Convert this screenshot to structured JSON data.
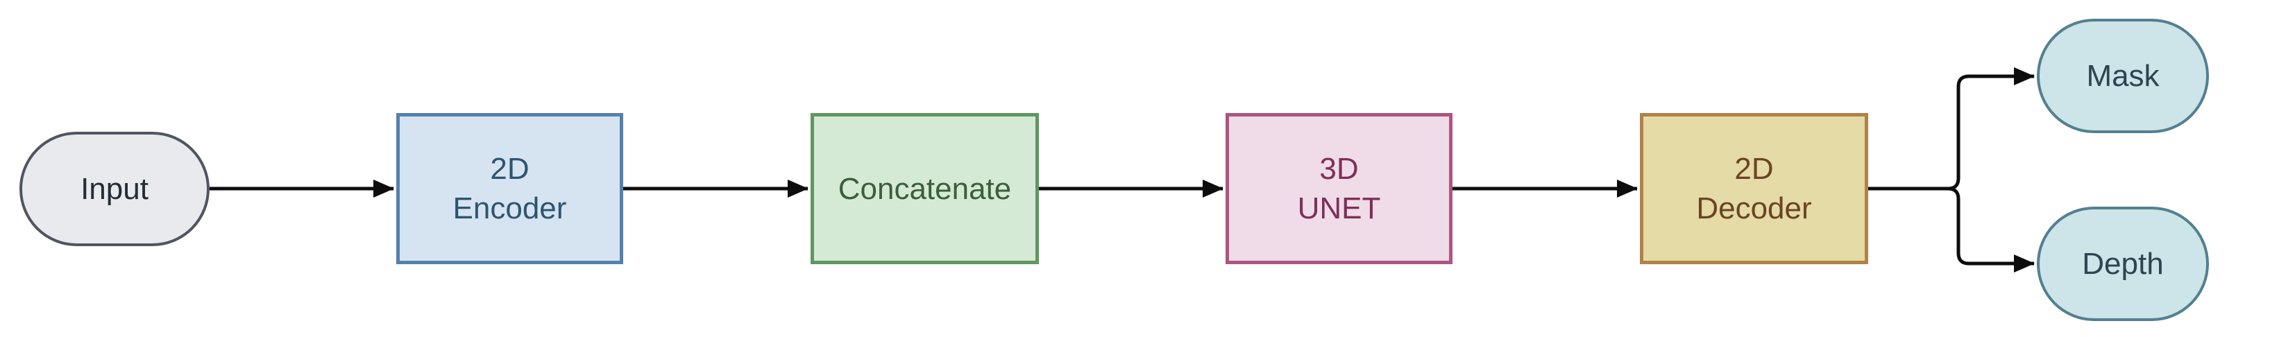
{
  "diagram": {
    "type": "flowchart",
    "direction": "left-to-right",
    "nodes": {
      "input": {
        "label": "Input",
        "shape": "stadium",
        "fill": "#e8eaed",
        "border": "#50555f",
        "text_color": "#262d38"
      },
      "encoder": {
        "line1": "2D",
        "line2": "Encoder",
        "shape": "rectangle",
        "fill": "#d6e4f2",
        "border": "#5580ab",
        "text_color": "#2e5570"
      },
      "concatenate": {
        "label": "Concatenate",
        "shape": "rectangle",
        "fill": "#d5ead5",
        "border": "#5f9760",
        "text_color": "#3c5e3e"
      },
      "unet": {
        "line1": "3D",
        "line2": "UNET",
        "shape": "rectangle",
        "fill": "#f0dce8",
        "border": "#ad5580",
        "text_color": "#7d3059"
      },
      "decoder": {
        "line1": "2D",
        "line2": "Decoder",
        "shape": "rectangle",
        "fill": "#e4dba6",
        "border": "#b28147",
        "text_color": "#6b4423"
      },
      "mask": {
        "label": "Mask",
        "shape": "stadium",
        "fill": "#cde4e8",
        "border": "#53808f",
        "text_color": "#2f4450"
      },
      "depth": {
        "label": "Depth",
        "shape": "stadium",
        "fill": "#cde4e8",
        "border": "#53808f",
        "text_color": "#2f4450"
      }
    },
    "edges": [
      {
        "from": "Input",
        "to": "2D Encoder",
        "arrow": true
      },
      {
        "from": "2D Encoder",
        "to": "Concatenate",
        "arrow": true
      },
      {
        "from": "Concatenate",
        "to": "3D UNET",
        "arrow": true
      },
      {
        "from": "3D UNET",
        "to": "2D Decoder",
        "arrow": true
      },
      {
        "from": "2D Decoder",
        "to": "Mask",
        "arrow": true
      },
      {
        "from": "2D Decoder",
        "to": "Depth",
        "arrow": true
      }
    ],
    "edge_color": "#0d0d0d",
    "background_color": "#ffffff"
  }
}
